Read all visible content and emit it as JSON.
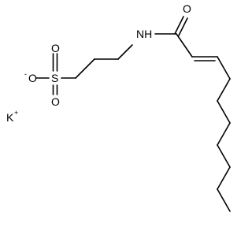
{
  "molecule": {
    "atoms": {
      "nh": "NH",
      "o_carbonyl": "O",
      "o_top": "O",
      "o_bottom": "O",
      "o_minus": "O",
      "minus": "-",
      "sulfur": "S",
      "potassium": "K",
      "plus": "+"
    }
  }
}
